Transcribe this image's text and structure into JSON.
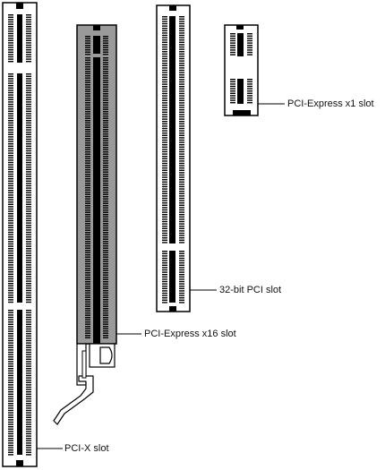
{
  "labels": {
    "pcix": "PCI-X slot",
    "pcie_x16": "PCI-Express x16 slot",
    "pci_32bit": "32-bit PCI slot",
    "pcie_x1": "PCI-Express x1 slot"
  },
  "colors": {
    "outline": "#000000",
    "slot_body": "#ffffff",
    "x16_body": "#9a9a9a",
    "channel": "#000000",
    "background": "#ffffff"
  }
}
